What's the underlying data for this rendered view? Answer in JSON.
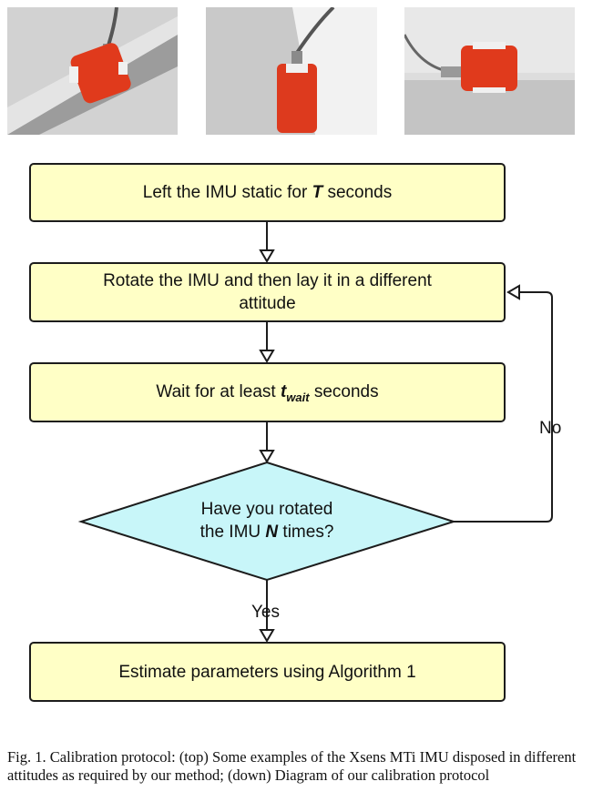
{
  "photos": [
    {
      "name": "imu-photo-1"
    },
    {
      "name": "imu-photo-2"
    },
    {
      "name": "imu-photo-3"
    }
  ],
  "flowchart": {
    "step1": {
      "pre": "Left the IMU static for ",
      "var": "T",
      "post": " seconds"
    },
    "step2": {
      "line1": "Rotate the IMU and then lay it in a different",
      "line2": "attitude"
    },
    "step3": {
      "pre": "Wait for at least ",
      "var": "t",
      "sub": "wait",
      "post": " seconds"
    },
    "decision": {
      "line1": "Have you rotated",
      "pre": "the IMU ",
      "var": "N",
      "post": " times?"
    },
    "step4": {
      "text": "Estimate parameters using Algorithm 1"
    },
    "labels": {
      "no": "No",
      "yes": "Yes"
    },
    "colors": {
      "box_fill": "#ffffc6",
      "diamond_fill": "#c8f6f9",
      "stroke": "#1c1c1c"
    }
  },
  "caption": "Fig. 1.   Calibration protocol: (top) Some examples of the Xsens MTi IMU disposed in different attitudes as required by our method; (down) Diagram of our calibration protocol"
}
